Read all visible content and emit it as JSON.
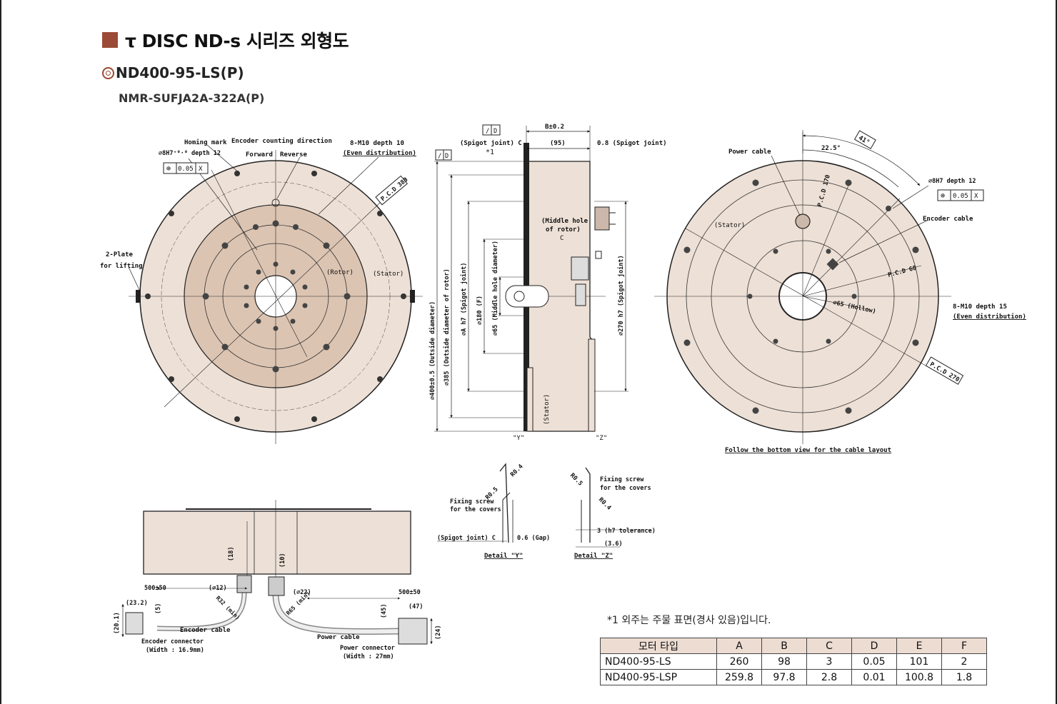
{
  "header": {
    "title": "τ DISC ND-s 시리즈  외형도",
    "model": "ND400-95-LS(P)",
    "driver": "NMR-SUFJA2A-322A(P)"
  },
  "drawing_labels": {
    "front": {
      "homing_mark": "Homing mark",
      "encoder_dir": "Encoder counting direction",
      "forward": "Forward",
      "reverse": "Reverse",
      "tap_holes": "8-M10 depth 10",
      "even_dist": "(Even distribution)",
      "pin_hole": "⌀8H7⁺⁰·⁰ depth 12",
      "tolerance_val": "0.05",
      "datum_x": "X",
      "lift_plate": "2-Plate",
      "for_lifting": "for lifting",
      "rotor": "(Rotor)",
      "stator": "(Stator)",
      "pcd": "P.C.D 380"
    },
    "side": {
      "datum_d": "D",
      "b_dim": "B±0.2",
      "spigot_c": "(Spigot joint) C",
      "dim_95": "(95)",
      "spigot_08": "0.8 (Spigot joint)",
      "star1": "*1",
      "middle_hole": "(Middle hole",
      "of_rotor": "of rotor)",
      "c_label": "C",
      "dim_outside": "⌀400±0.5 (Outside diameter)",
      "dim_rotor": "⌀385 (Outside diameter of rotor)",
      "dim_spigot": "⌀A h7 (Spigot joint)",
      "dim_180": "⌀180 (F)",
      "dim_middle": "⌀65 (Middle hole diameter)",
      "dim_270": "⌀270 h7 (Spigot joint)",
      "stator": "(Stator)",
      "y_mark": "\"Y\"",
      "z_mark": "\"Z\""
    },
    "back": {
      "power_cable": "Power cable",
      "angle_41": "41°",
      "angle_225": "22.5°",
      "pin_hole": "⌀8H7 depth 12",
      "tolerance_val": "0.05",
      "datum_x": "X",
      "encoder_cable": "Encoder cable",
      "stator": "(Stator)",
      "pcd_170": "P.C.D 170",
      "pcd_60": "P.C.D 60",
      "hollow": "⌀65 (Hollow)",
      "tap_holes": "8-M10 depth 15",
      "even_dist": "(Even distribution)",
      "pcd_270": "P.C.D 270",
      "caption": "Follow the bottom view for the cable layout"
    },
    "bottom": {
      "dim_500_left": "500±50",
      "dim_23": "(23.2)",
      "dim_5": "(5)",
      "dim_10": "(10)",
      "dim_18": "(18)",
      "dim_12": "(⌀12)",
      "r32": "R32 (min)",
      "dim_22": "(⌀22)",
      "r65": "R65 (min)",
      "dim_45": "(45)",
      "dim_500_right": "500±50",
      "dim_47": "(47)",
      "dim_24": "(24)",
      "dim_20": "(20.1)",
      "encoder_cable": "Encoder cable",
      "encoder_connector": "Encoder connector",
      "encoder_width": "(Width : 16.9mm)",
      "power_cable": "Power cable",
      "power_connector": "Power connector",
      "power_width": "(Width : 27mm)"
    },
    "detail_y": {
      "r04": "R0.4",
      "r05": "R0.5",
      "fixing": "Fixing screw",
      "covers": "for the covers",
      "spigot": "(Spigot joint) C",
      "gap": "0.6 (Gap)",
      "caption": "Detail \"Y\""
    },
    "detail_z": {
      "r05": "R0.5",
      "r04": "R0.4",
      "fixing": "Fixing screw",
      "covers": "for the covers",
      "tol": "3 (h7 tolerance)",
      "dim": "(3.6)",
      "caption": "Detail \"Z\""
    }
  },
  "note": "*1  외주는 주물 표면(경사 있음)입니다.",
  "spec_table": {
    "headers": [
      "모터 타입",
      "A",
      "B",
      "C",
      "D",
      "E",
      "F"
    ],
    "rows": [
      [
        "ND400-95-LS",
        "260",
        "98",
        "3",
        "0.05",
        "101",
        "2"
      ],
      [
        "ND400-95-LSP",
        "259.8",
        "97.8",
        "2.8",
        "0.01",
        "100.8",
        "1.8"
      ]
    ]
  },
  "colors": {
    "stator": "#ede0d6",
    "rotor": "#dcc4b2",
    "accent": "#9b4a36",
    "table_header": "#ecdcd2"
  }
}
